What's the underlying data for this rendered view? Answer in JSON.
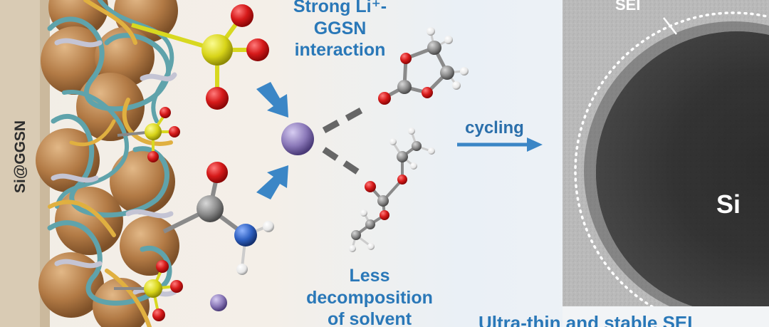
{
  "labels": {
    "side_label": "Si@GGSN",
    "interaction_line1": "Strong Li⁺-",
    "interaction_line2": "GGSN",
    "interaction_line3": "interaction",
    "cycling": "cycling",
    "less_line1": "Less",
    "less_line2": "decomposition",
    "less_line3": "of solvent",
    "bottom_caption": "Ultra-thin and stable SEI",
    "sei": "SEI",
    "si": "Si"
  },
  "colors": {
    "text_blue": "#2a78b8",
    "arrow_blue": "#3b86c6",
    "si_particle": "#b8804a",
    "binder_teal": "#5fa3ab",
    "binder_yellow": "#e0b040",
    "binder_gray": "#b8b8c8",
    "sulfur": "#d8d820",
    "oxygen": "#d42020",
    "carbon": "#8a8a8a",
    "nitrogen": "#2d5fc0",
    "hydrogen": "#ffffff",
    "lithium": "#8a78b8",
    "tem_dark": "#2a2a2a"
  }
}
